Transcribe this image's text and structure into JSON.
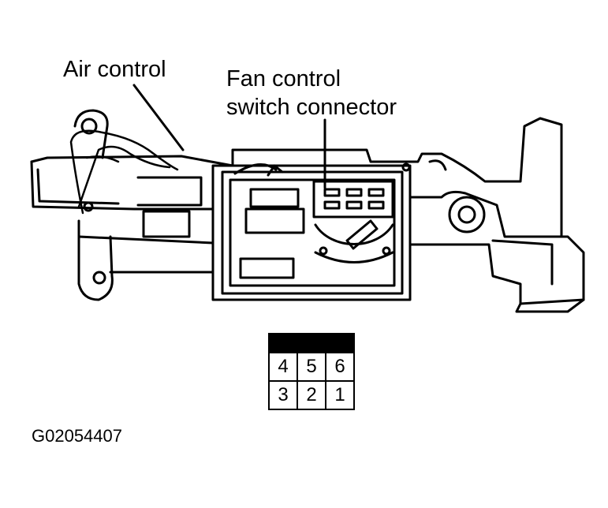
{
  "labels": {
    "air_control": "Air control",
    "fan_control_line1": "Fan control",
    "fan_control_line2": "switch connector"
  },
  "connector_pins": {
    "top_row": [
      "4",
      "5",
      "6"
    ],
    "bottom_row": [
      "3",
      "2",
      "1"
    ]
  },
  "figure_id": "G02054407"
}
